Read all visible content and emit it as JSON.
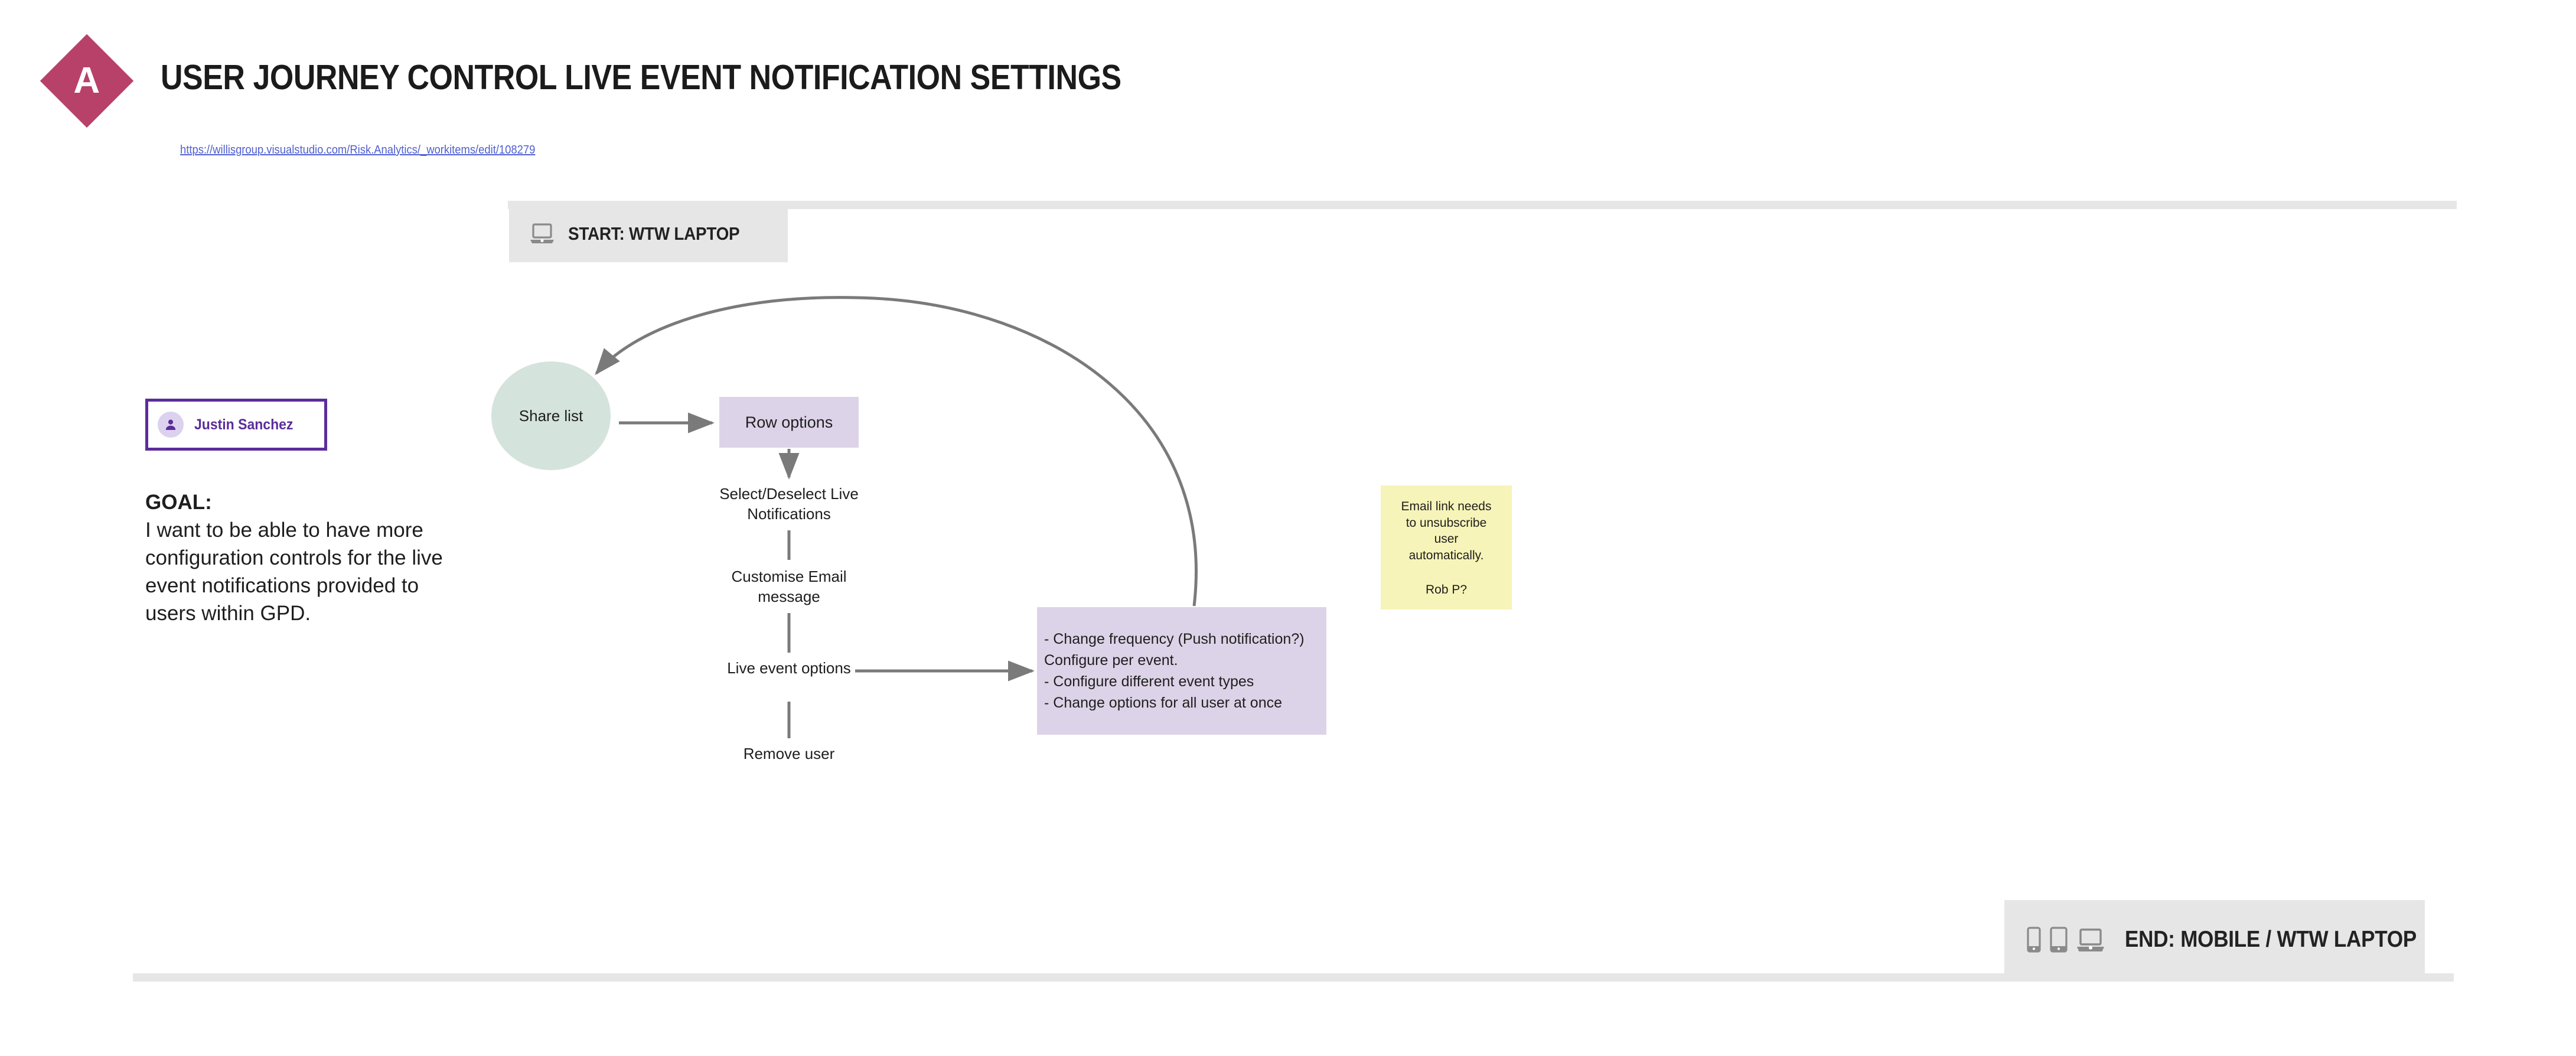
{
  "header": {
    "badge_letter": "A",
    "badge_color": "#b8416a",
    "title": "USER JOURNEY CONTROL LIVE EVENT NOTIFICATION SETTINGS",
    "link_text": "https://willisgroup.visualstudio.com/Risk.Analytics/_workitems/edit/108279",
    "link_color": "#4f5fd0"
  },
  "start_banner": {
    "label": "START: WTW LAPTOP",
    "icons": [
      "laptop-icon"
    ],
    "background": "#e6e6e6"
  },
  "end_banner": {
    "label": "END: MOBILE / WTW LAPTOP",
    "icons": [
      "mobile-phone-icon",
      "tablet-icon",
      "laptop-icon"
    ],
    "background": "#e6e6e6"
  },
  "persona": {
    "name": "Justin Sanchez",
    "avatar_icon": "person-icon",
    "accent_color": "#5b2d9b"
  },
  "goal": {
    "heading": "GOAL:",
    "text": "I want to be able to have more\nconfiguration controls for the live\nevent notifications provided to\nusers within GPD."
  },
  "diagram": {
    "nodes": {
      "share_list": {
        "label": "Share list",
        "shape": "ellipse",
        "color": "#d4e3dc"
      },
      "row_options": {
        "label": "Row options",
        "shape": "rectangle",
        "color": "#ddd3e8"
      },
      "detail_box": {
        "text": "- Change frequency (Push notification?)\nConfigure per event.\n- Configure different event types\n- Change options for all user at once",
        "shape": "rectangle",
        "color": "#ddd3e8"
      }
    },
    "steps": [
      {
        "label": "Select/Deselect Live\nNotifications"
      },
      {
        "label": "Customise Email\nmessage"
      },
      {
        "label": "Live event options"
      },
      {
        "label": "Remove user"
      }
    ],
    "connector_color": "#7a7a7a"
  },
  "sticky_note": {
    "body": "Email link needs\nto unsubscribe\nuser\nautomatically.",
    "author": "Rob P?",
    "color": "#f6f4b8"
  }
}
